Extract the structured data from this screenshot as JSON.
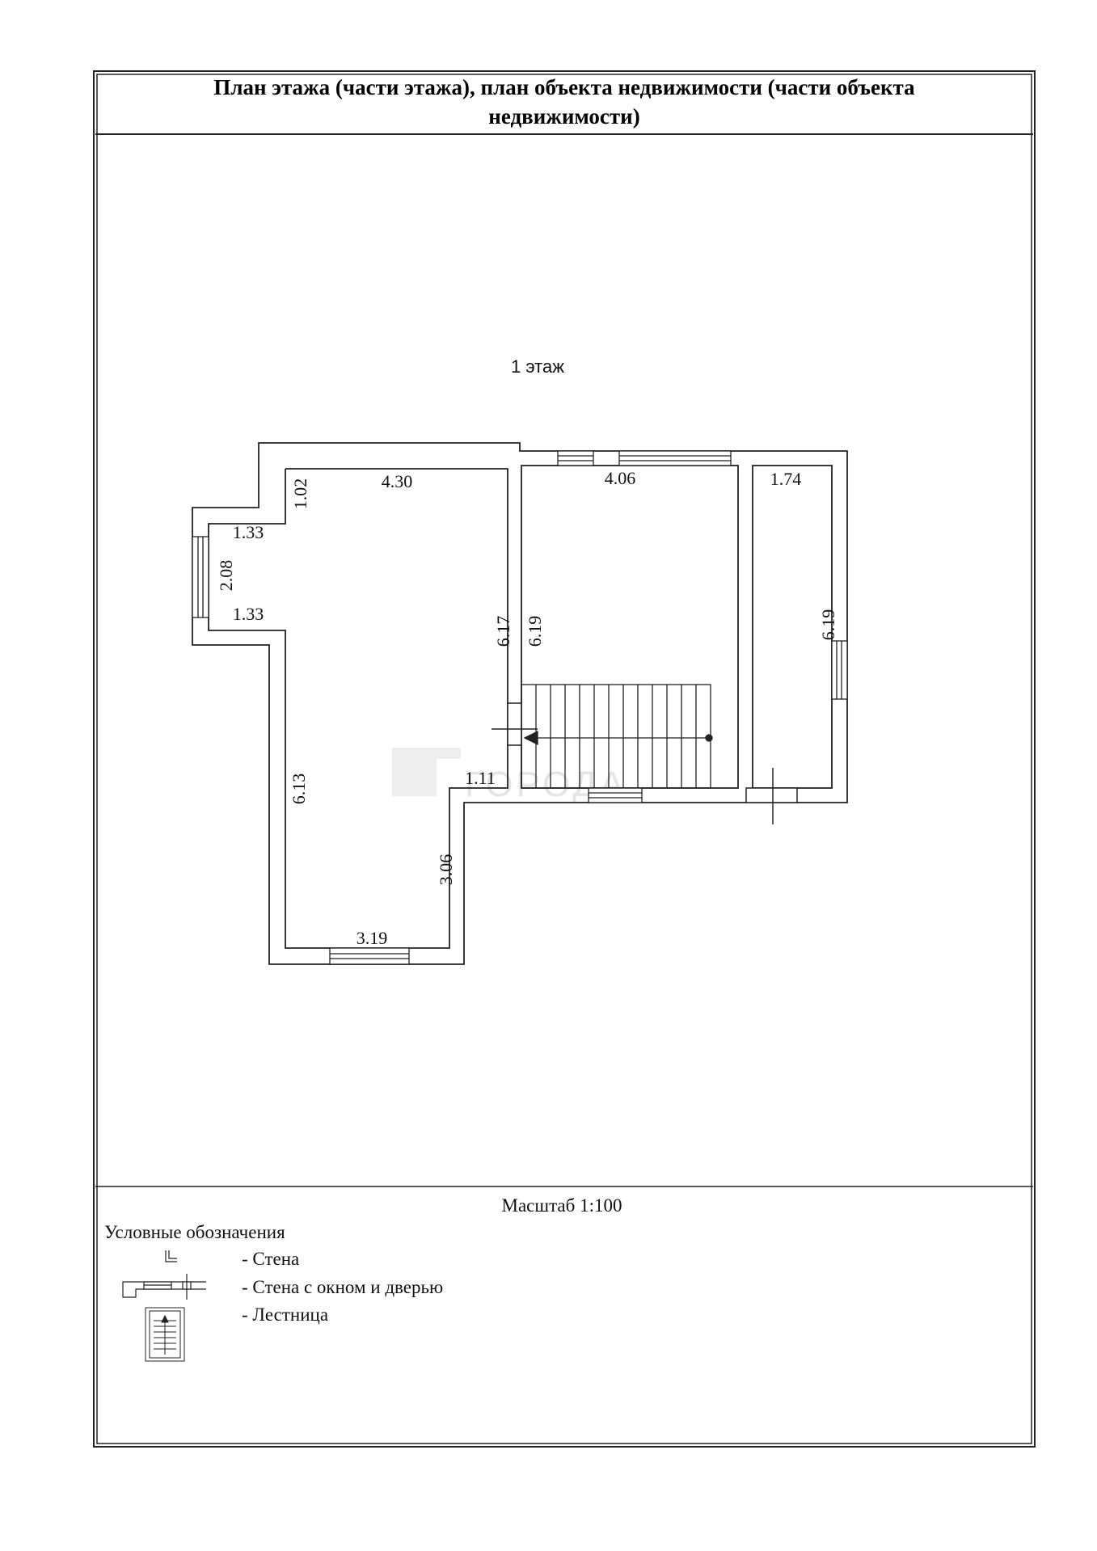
{
  "title": {
    "line1": "План этажа (части этажа), план объекта недвижимости (части объекта",
    "line2": "недвижимости)"
  },
  "floor_label": "1 этаж",
  "dimensions": {
    "d_4_30": "4.30",
    "d_1_02": "1.02",
    "d_1_33_top": "1.33",
    "d_2_08": "2.08",
    "d_1_33_bottom": "1.33",
    "d_6_13": "6.13",
    "d_3_06": "3.06",
    "d_3_19": "3.19",
    "d_1_11": "1.11",
    "d_6_17": "6.17",
    "d_4_06": "4.06",
    "d_6_19_mid": "6.19",
    "d_1_74": "1.74",
    "d_6_19_right": "6.19"
  },
  "watermark": "ГОРОДА",
  "scale": "Масштаб 1:100",
  "legend": {
    "title": "Условные обозначения",
    "items": [
      "- Стена",
      "- Стена с окном и дверью",
      "- Лестница"
    ]
  }
}
